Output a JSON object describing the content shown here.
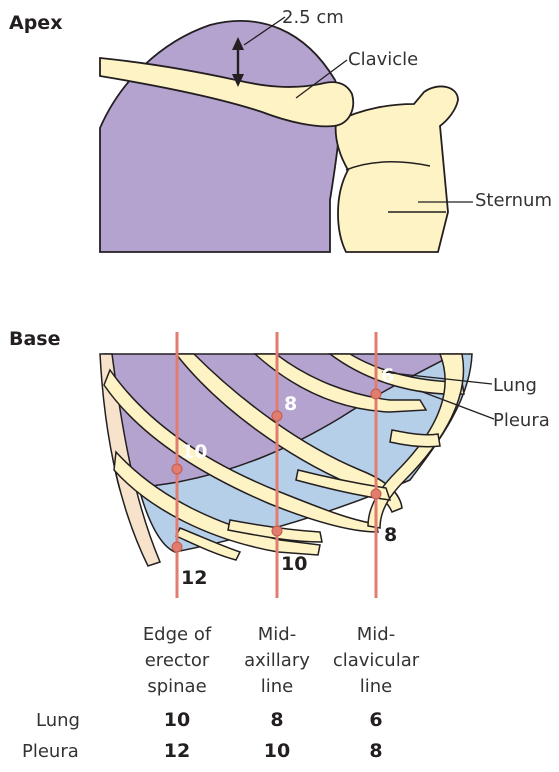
{
  "apex": {
    "heading": "Apex",
    "measure": "2.5 cm",
    "clavicle": "Clavicle",
    "sternum": "Sternum"
  },
  "base": {
    "heading": "Base",
    "lung_label": "Lung",
    "pleura_label": "Pleura",
    "rib_labels": {
      "r6": "6",
      "r8_mid": "8",
      "r10_back": "10",
      "r8_front": "8",
      "r10_mid": "10",
      "r12": "12"
    }
  },
  "columns": [
    {
      "l1": "Edge of",
      "l2": "erector",
      "l3": "spinae"
    },
    {
      "l1": "Mid-",
      "l2": "axillary",
      "l3": "line"
    },
    {
      "l1": "Mid-",
      "l2": "clavicular",
      "l3": "line"
    }
  ],
  "table": {
    "rows": [
      {
        "label": "Lung",
        "values": [
          "10",
          "8",
          "6"
        ]
      },
      {
        "label": "Pleura",
        "values": [
          "12",
          "10",
          "8"
        ]
      }
    ]
  },
  "colors": {
    "lung": "#b4a2cf",
    "pleura": "#b6cfe9",
    "bone": "#fdf3c4",
    "line": "#e07d6f",
    "outline": "#231f20"
  }
}
